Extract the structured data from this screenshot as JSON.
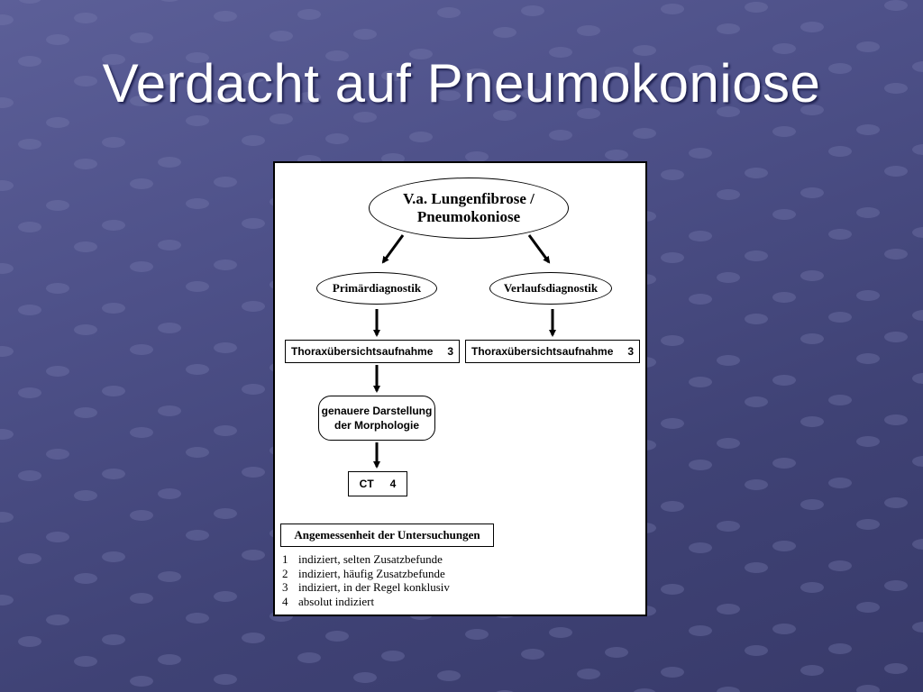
{
  "slide": {
    "title": "Verdacht auf Pneumokoniose"
  },
  "diagram": {
    "top_node": {
      "line1": "V.a. Lungenfibrose /",
      "line2": "Pneumokoniose"
    },
    "left_branch": {
      "label": "Primärdiagnostik",
      "exam": {
        "name": "Thoraxübersichtsaufnahme",
        "rating": "3"
      },
      "intermediate": {
        "line1": "genauere Darstellung",
        "line2": "der Morphologie"
      },
      "final": {
        "name": "CT",
        "rating": "4"
      }
    },
    "right_branch": {
      "label": "Verlaufsdiagnostik",
      "exam": {
        "name": "Thoraxübersichtsaufnahme",
        "rating": "3"
      }
    },
    "legend": {
      "title": "Angemessenheit der Untersuchungen",
      "items": [
        {
          "num": "1",
          "text": "indiziert, selten Zusatzbefunde"
        },
        {
          "num": "2",
          "text": "indiziert, häufig Zusatzbefunde"
        },
        {
          "num": "3",
          "text": "indiziert, in der Regel konklusiv"
        },
        {
          "num": "4",
          "text": "absolut indiziert"
        }
      ]
    }
  },
  "colors": {
    "background": "#4d5088",
    "dots": "#7a7db3",
    "title": "#ffffff"
  }
}
